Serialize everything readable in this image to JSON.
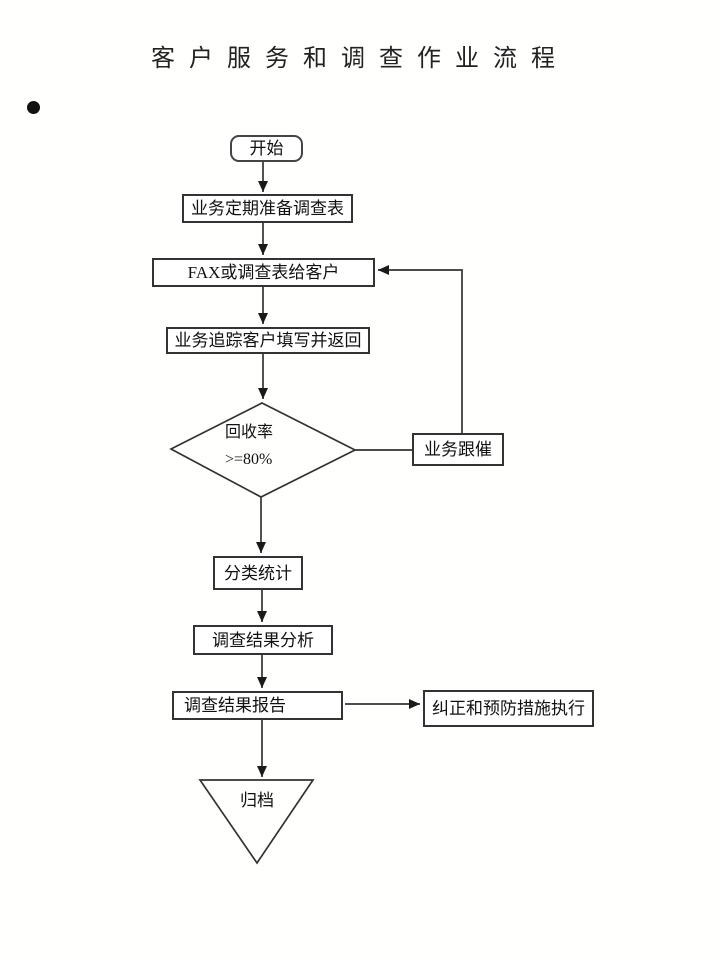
{
  "page": {
    "title": "客户服务和调查作业流程"
  },
  "flowchart": {
    "nodes": {
      "start": "开始",
      "prepare": "业务定期准备调查表",
      "fax": "FAX或调查表给客户",
      "track": "业务追踪客户填写并返回",
      "follow_up": "业务跟催",
      "classify": "分类统计",
      "analysis": "调查结果分析",
      "report": "调查结果报告",
      "corrective": "纠正和预防措施执行",
      "archive": "归档"
    },
    "decision": {
      "line1": "回收率",
      "line2": ">=80%"
    }
  },
  "colors": {
    "line": "#333333",
    "text": "#111111",
    "background": "#ffffff"
  }
}
